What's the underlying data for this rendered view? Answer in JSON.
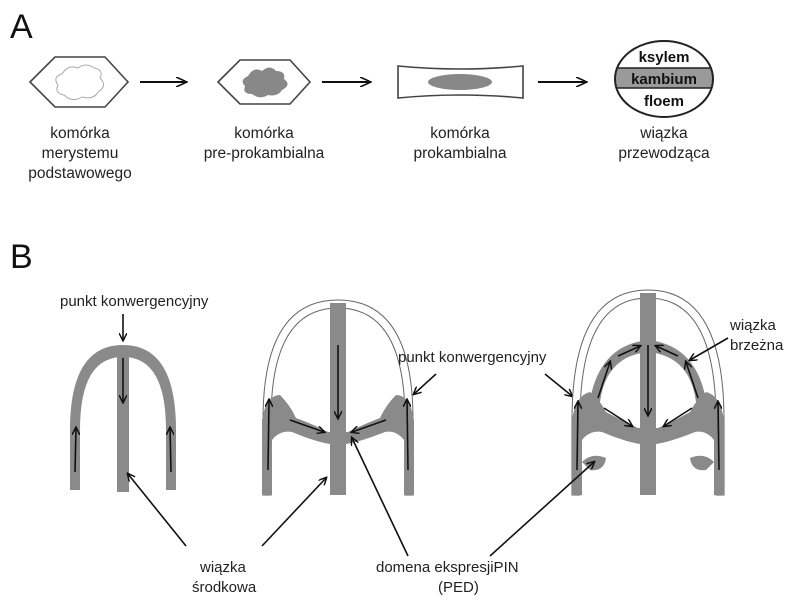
{
  "panel_a": {
    "letter": "A",
    "cells": [
      {
        "lines": [
          "komórka",
          "merystemu",
          "podstawowego"
        ]
      },
      {
        "lines": [
          "komórka",
          "pre-prokambialna"
        ]
      },
      {
        "lines": [
          "komórka",
          "prokambialna"
        ]
      },
      {
        "lines": [
          "wiązka",
          "przewodząca"
        ]
      }
    ],
    "bundle_layers": {
      "top": "ksylem",
      "middle": "kambium",
      "bottom": "floem"
    }
  },
  "panel_b": {
    "letter": "B",
    "labels": {
      "convergence_left": "punkt konwergencyjny",
      "convergence_mid": "punkt konwergencyjny",
      "marginal_bundle_1": "wiązka",
      "marginal_bundle_2": "brzeżna",
      "midvein_1": "wiązka",
      "midvein_2": "środkowa",
      "ped_1": "domena ekspresjiPIN",
      "ped_2": "(PED)"
    }
  },
  "colors": {
    "tissue": "#8a8a8a",
    "outline": "#444444",
    "arrow": "#111111"
  }
}
